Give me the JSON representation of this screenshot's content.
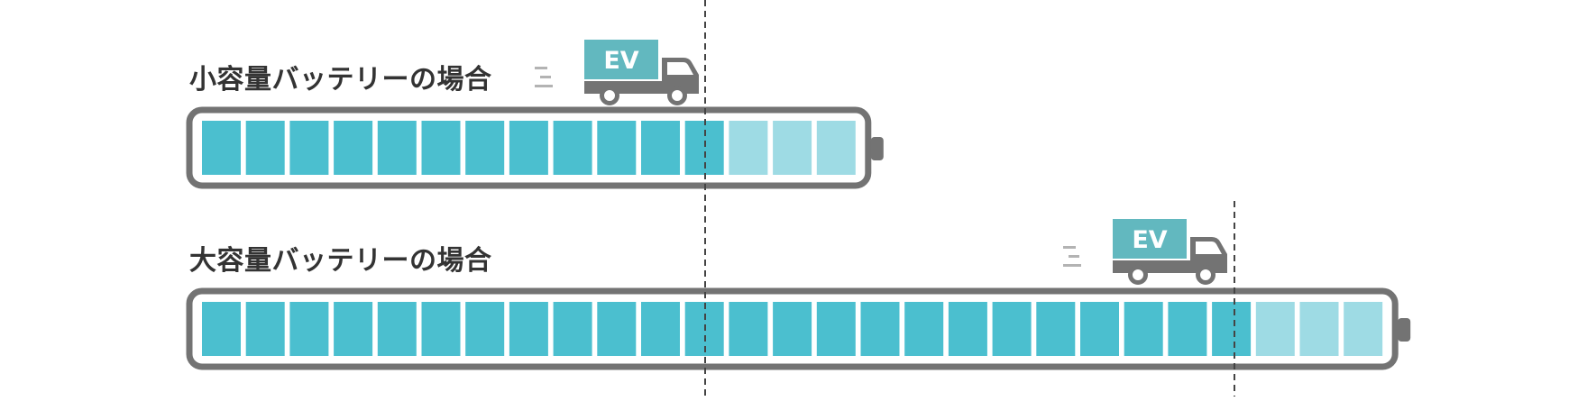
{
  "scenarios": [
    {
      "label": "小容量バッテリーの場合",
      "truck_badge": "EV",
      "total_cells": 15,
      "cells_used": 12
    },
    {
      "label": "大容量バッテリーの場合",
      "truck_badge": "EV",
      "total_cells": 27,
      "cells_used": 24
    }
  ],
  "colors": {
    "cell_full": "#4bbfcf",
    "cell_remaining": "#9edbe4",
    "battery_frame": "#737373",
    "truck_cargo": "#62b8bf",
    "truck_body": "#737373",
    "guide_line": "#444444",
    "text": "#333333"
  }
}
